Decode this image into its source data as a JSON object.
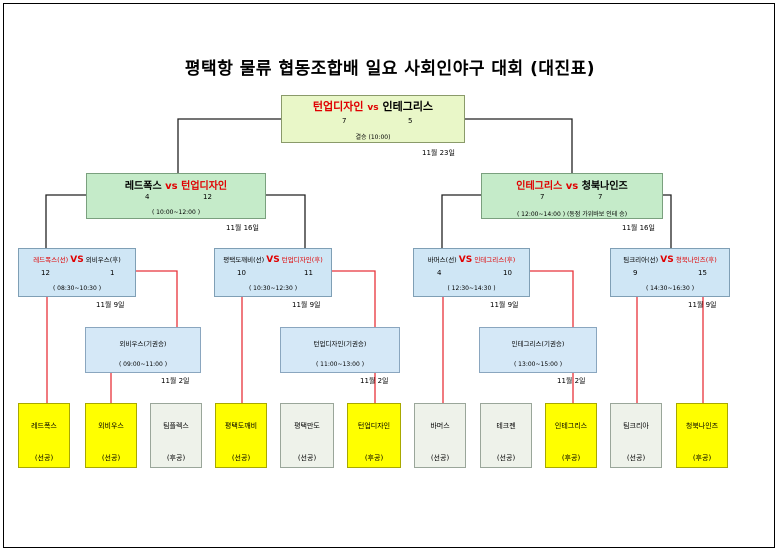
{
  "title": "평택항 물류 협동조합배 일요 사회인야구 대회 (대진표)",
  "final": {
    "team_a": "턴업디자인",
    "vs": "vs",
    "team_b": "인테그리스",
    "score_a": "7",
    "score_b": "5",
    "note": "결승 (10:00)",
    "date": "11월 23일"
  },
  "semis": [
    {
      "team_a": "레드폭스",
      "vs": "vs",
      "team_b": "턴업디자인",
      "score_a": "4",
      "score_b": "12",
      "time": "( 10:00~12:00 )",
      "date": "11월 16일"
    },
    {
      "team_a": "인테그리스",
      "vs": "vs",
      "team_b": "청북나인즈",
      "score_a": "7",
      "score_b": "7",
      "time": "( 12:00~14:00 ) (동점 가위바보 인테 승)",
      "date": "11월 16일"
    }
  ],
  "quarters": [
    {
      "team_a": "레드폭스(선)",
      "vs": "VS",
      "team_b": "외비우스(후)",
      "score_a": "12",
      "score_b": "1",
      "time": "( 08:30~10:30 )",
      "date": "11월 9일"
    },
    {
      "team_a": "평택도깨비(선)",
      "vs": "VS",
      "team_b": "턴업디자인(후)",
      "score_a": "10",
      "score_b": "11",
      "time": "( 10:30~12:30 )",
      "date": "11월 9일"
    },
    {
      "team_a": "바머스(선)",
      "vs": "VS",
      "team_b": "인테그리스(후)",
      "score_a": "4",
      "score_b": "10",
      "time": "( 12:30~14:30 )",
      "date": "11월 9일"
    },
    {
      "team_a": "팀크리아(선)",
      "vs": "VS",
      "team_b": "청북나인즈(후)",
      "score_a": "9",
      "score_b": "15",
      "time": "( 14:30~16:30 )",
      "date": "11월 9일"
    }
  ],
  "round1": [
    {
      "label": "외비우스(기권승)",
      "time": "( 09:00~11:00 )",
      "date": "11월 2일"
    },
    {
      "label": "턴업디자인(기권승)",
      "time": "( 11:00~13:00 )",
      "date": "11월 2일"
    },
    {
      "label": "인테그리스(기권승)",
      "time": "( 13:00~15:00 )",
      "date": "11월 2일"
    }
  ],
  "teams": [
    {
      "name": "레드폭스",
      "side": "(선공)",
      "fill": "#ffff00"
    },
    {
      "name": "외비우스",
      "side": "(선공)",
      "fill": "#ffff00"
    },
    {
      "name": "팀플렉스",
      "side": "(후공)",
      "fill": "#eef2ea"
    },
    {
      "name": "평택도깨비",
      "side": "(선공)",
      "fill": "#ffff00"
    },
    {
      "name": "평택만도",
      "side": "(선공)",
      "fill": "#eef2ea"
    },
    {
      "name": "턴업디자인",
      "side": "(후공)",
      "fill": "#ffff00"
    },
    {
      "name": "바머스",
      "side": "(선공)",
      "fill": "#eef2ea"
    },
    {
      "name": "테크젠",
      "side": "(선공)",
      "fill": "#eef2ea"
    },
    {
      "name": "인테그리스",
      "side": "(후공)",
      "fill": "#ffff00"
    },
    {
      "name": "팀크리아",
      "side": "(선공)",
      "fill": "#eef2ea"
    },
    {
      "name": "청북나인즈",
      "side": "(후공)",
      "fill": "#ffff00"
    }
  ],
  "colors": {
    "winner_line": "#e8333a",
    "line": "#222222",
    "accent_red": "#e00000"
  }
}
